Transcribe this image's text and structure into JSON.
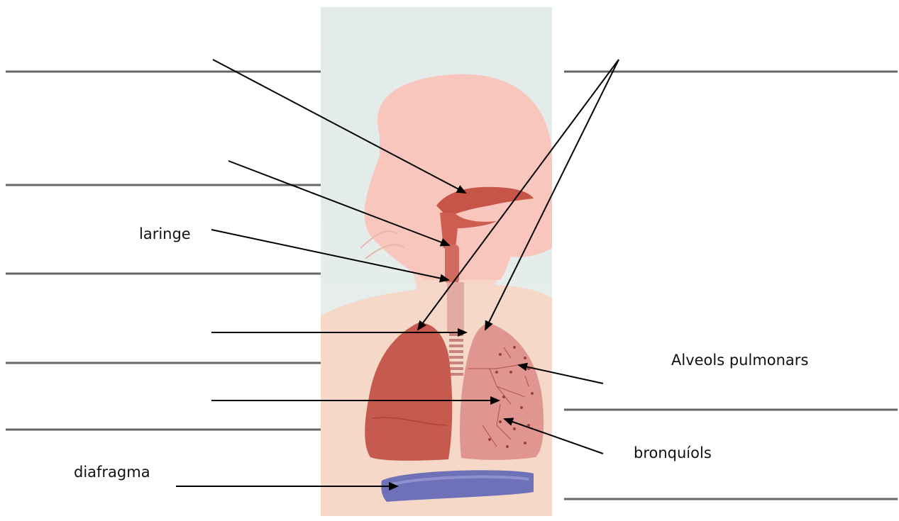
{
  "labels": {
    "laringe": "laringe",
    "alveols": "Alveols pulmonars",
    "bronquiols": "bronquíols",
    "diafragma": "diafragma"
  },
  "colors": {
    "background_panel": "#dfe9e6",
    "skin": "#f3d2c4",
    "head_pink": "#f7c6bf",
    "airway": "#c9574f",
    "lung_left": "#c95a4f",
    "lung_right": "#e39a96",
    "trachea": "#d58a80",
    "diaphragm": "#6d6fb6",
    "line": "#000000",
    "blank_line": "#555555"
  }
}
